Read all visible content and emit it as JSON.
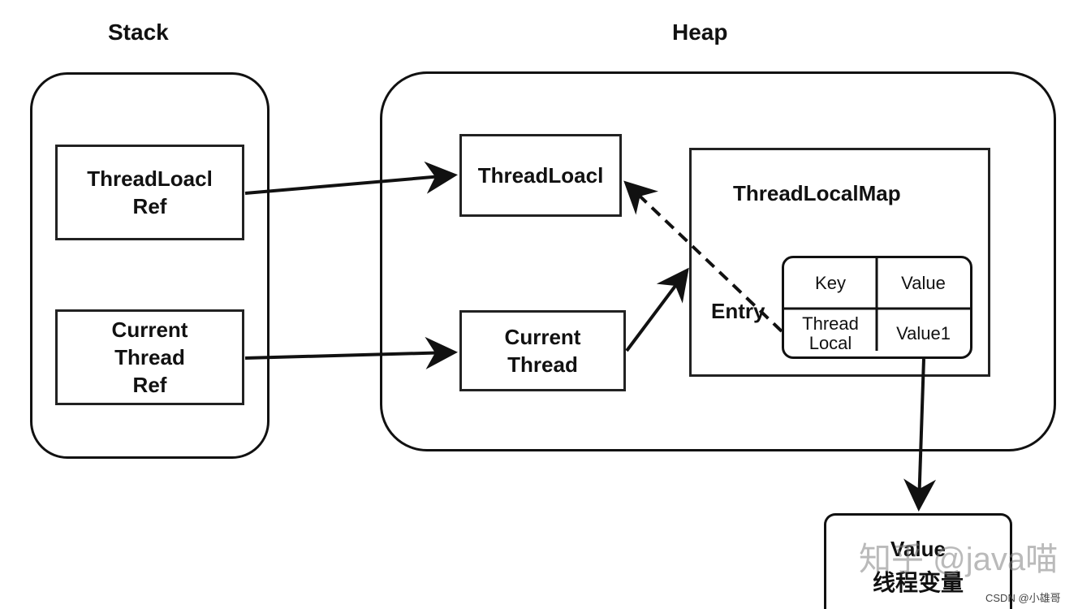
{
  "stack": {
    "title": "Stack",
    "threadlocal_ref": "ThreadLoacl\nRef",
    "current_thread_ref": "Current\nThread\nRef"
  },
  "heap": {
    "title": "Heap",
    "threadlocal": "ThreadLoacl",
    "current_thread": "Current\nThread",
    "threadlocalmap": {
      "label": "ThreadLocalMap",
      "entry_label": "Entry",
      "entry": {
        "key_header": "Key",
        "value_header": "Value",
        "key_cell": "Thread\nLocal",
        "value_cell": "Value1"
      }
    }
  },
  "value_object": {
    "line1": "Value",
    "line2": "线程变量"
  },
  "watermark": "知乎 @java喵",
  "credit": "CSDN @小雄哥"
}
